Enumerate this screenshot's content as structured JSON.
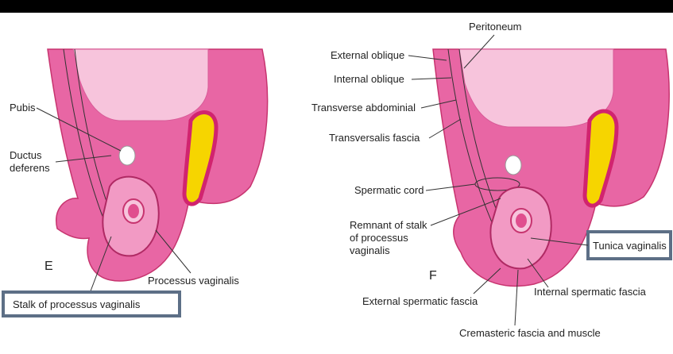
{
  "panel_e": {
    "letter": "E",
    "labels": {
      "pubis": "Pubis",
      "ductus": "Ductus",
      "deferens": "deferens",
      "processus_vaginalis": "Processus vaginalis",
      "stalk": "Stalk of processus vaginalis"
    }
  },
  "panel_f": {
    "letter": "F",
    "labels": {
      "peritoneum": "Peritoneum",
      "external_oblique": "External oblique",
      "internal_oblique": "Internal oblique",
      "transverse_abdominal": "Transverse abdominial",
      "transversalis_fascia": "Transversalis fascia",
      "spermatic_cord": "Spermatic cord",
      "remnant_1": "Remnant of stalk",
      "remnant_2": "of processus",
      "remnant_3": "vaginalis",
      "tunica_vaginalis": "Tunica vaginalis",
      "external_spermatic_fascia": "External spermatic fascia",
      "internal_spermatic_fascia": "Internal spermatic fascia",
      "cremasteric": "Cremasteric fascia and muscle"
    }
  },
  "colors": {
    "tissue_dark": "#d43c85",
    "tissue_mid": "#e866a4",
    "tissue_light": "#f29ac4",
    "cavity": "#f7c4dc",
    "kidney_yellow": "#f6d500",
    "box_border": "#5d6f86"
  }
}
